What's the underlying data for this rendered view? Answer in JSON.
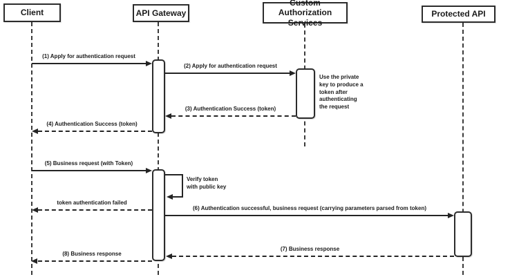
{
  "diagram_type": "sequence-diagram",
  "actors": [
    {
      "label": "Client"
    },
    {
      "label": "API Gateway"
    },
    {
      "label": "Custom Authorization\nServices"
    },
    {
      "label": "Protected API"
    }
  ],
  "messages": [
    {
      "label": "(1) Apply for authentication request",
      "from": "Client",
      "to": "API Gateway",
      "line": "solid"
    },
    {
      "label": "(2) Apply for authentication request",
      "from": "API Gateway",
      "to": "Custom Authorization Services",
      "line": "solid"
    },
    {
      "label": "(3) Authentication Success (token)",
      "from": "Custom Authorization Services",
      "to": "API Gateway",
      "line": "dashed"
    },
    {
      "label": "(4) Authentication Success (token)",
      "from": "API Gateway",
      "to": "Client",
      "line": "dashed"
    },
    {
      "label": "(5) Business request (with Token)",
      "from": "Client",
      "to": "API Gateway",
      "line": "solid"
    },
    {
      "label": "Verify token\nwith public key",
      "from": "API Gateway",
      "to": "API Gateway",
      "line": "solid",
      "self_message": true
    },
    {
      "label": "token authentication failed",
      "from": "API Gateway",
      "to": "Client",
      "line": "dashed"
    },
    {
      "label": "(6) Authentication successful, business request (carrying parameters parsed from token)",
      "from": "API Gateway",
      "to": "Protected API",
      "line": "solid"
    },
    {
      "label": "(7) Business response",
      "from": "Protected API",
      "to": "API Gateway",
      "line": "dashed"
    },
    {
      "label": "(8) Business response",
      "from": "API Gateway",
      "to": "Client",
      "line": "dashed"
    }
  ],
  "notes": [
    {
      "text": "Use the private\nkey to produce a\ntoken after\nauthenticating\nthe request"
    }
  ],
  "colors": {
    "line": "#242424",
    "border": "#2b2b2b",
    "background": "#ffffff",
    "text": "#1a1a1a"
  }
}
